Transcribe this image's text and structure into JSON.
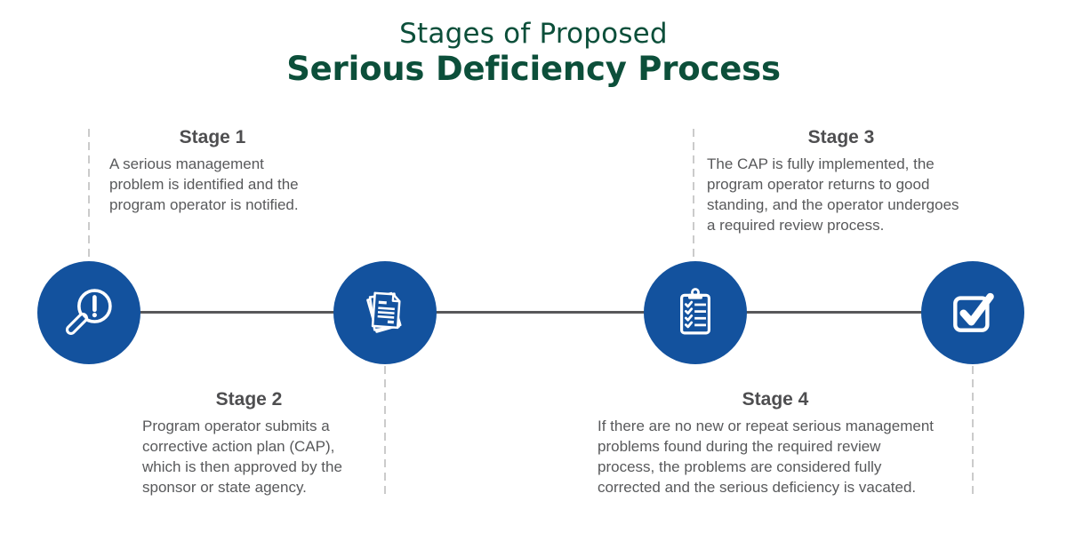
{
  "title": {
    "line1": "Stages of Proposed",
    "line2": "Serious Deficiency Process"
  },
  "stages": [
    {
      "label": "Stage 1",
      "description": "A serious management\nproblem is identified and the\nprogram operator is notified.",
      "icon": "magnifier-alert-icon"
    },
    {
      "label": "Stage 2",
      "description": "Program operator submits a\ncorrective action plan (CAP),\nwhich is then approved by the\nsponsor or state agency.",
      "icon": "documents-stack-icon"
    },
    {
      "label": "Stage 3",
      "description": "The CAP is fully implemented, the\nprogram operator returns to good\nstanding, and the operator undergoes\na required review process.",
      "icon": "checklist-clipboard-icon"
    },
    {
      "label": "Stage 4",
      "description": "If there are no new or repeat serious management\nproblems found during the required review\nprocess, the problems are considered fully\ncorrected and the serious deficiency is vacated.",
      "icon": "checkbox-check-icon"
    }
  ],
  "colors": {
    "circle_blue": "#13529E",
    "title_green": "#0C4F3A",
    "timeline_gray": "#58585A",
    "dash_gray": "#CBCBCB",
    "heading_gray": "#4E4E50",
    "body_gray": "#58595B"
  }
}
